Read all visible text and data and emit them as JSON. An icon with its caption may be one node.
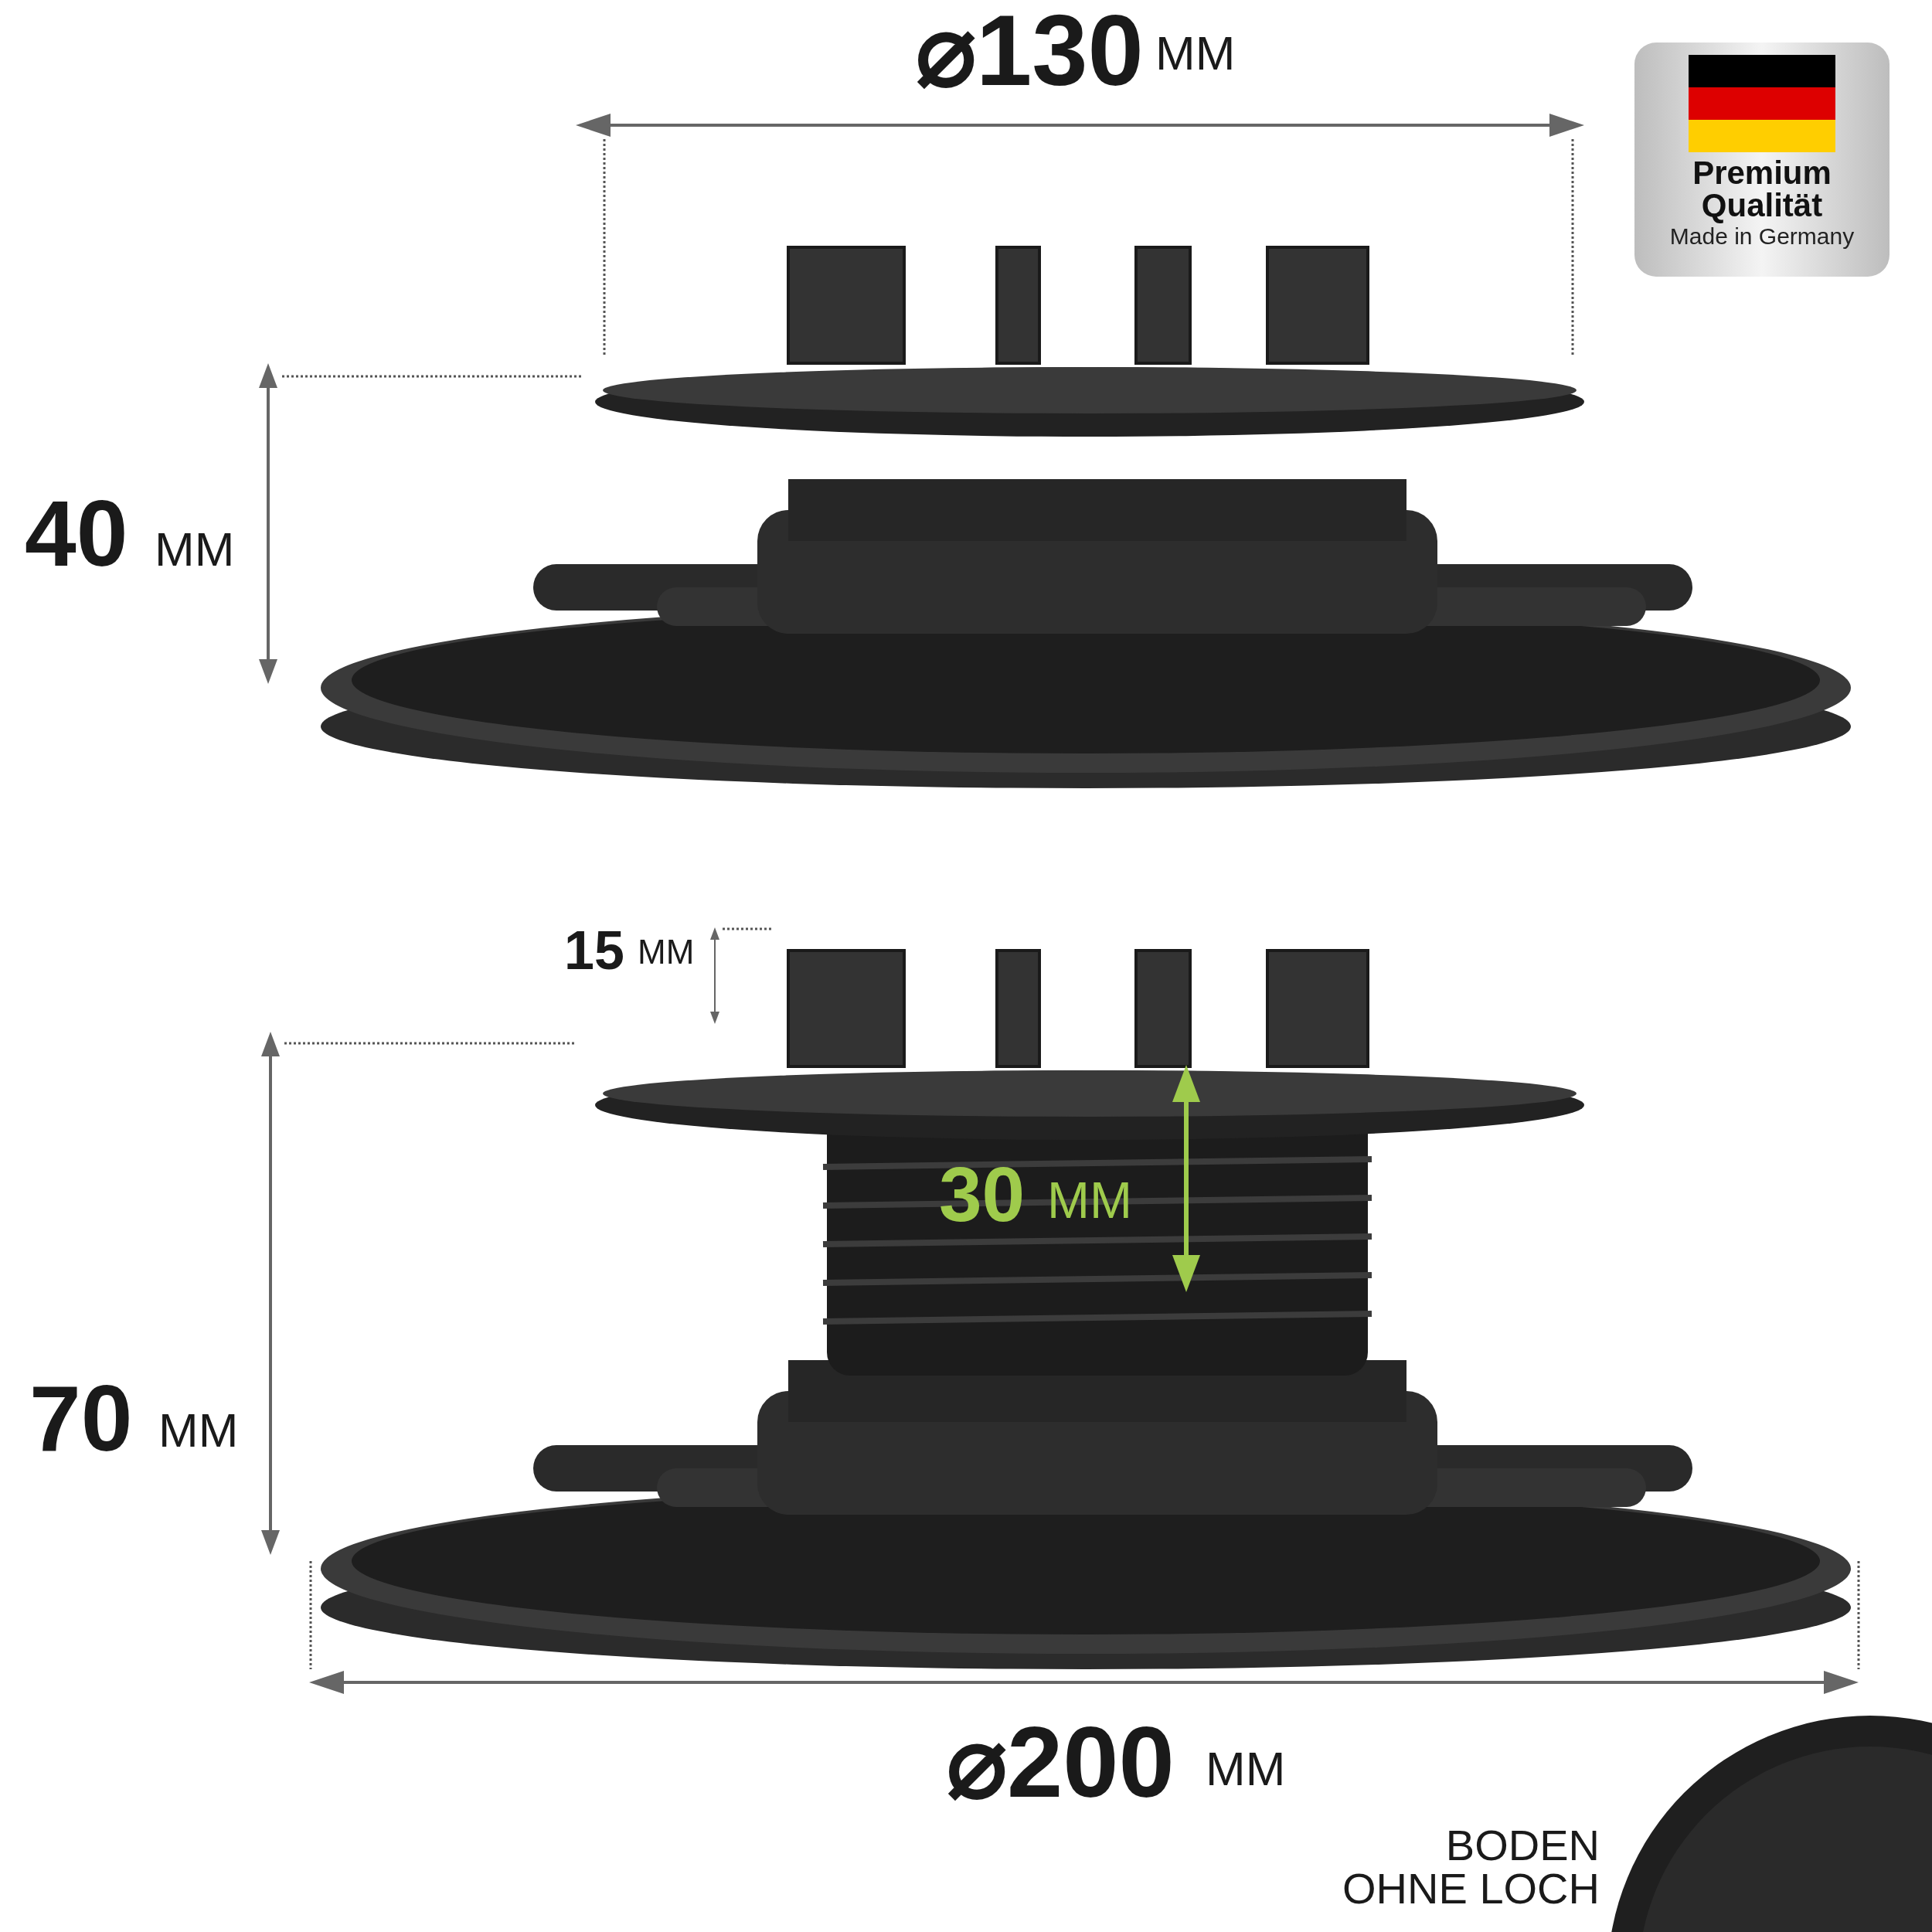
{
  "diagram": {
    "nodes": [
      {
        "text": [
          "Premium Qualität",
          "Made in Germany"
        ]
      }
    ],
    "labels": [
      "⌀130",
      "MM",
      "40",
      "MM",
      "15",
      "MM",
      "30",
      "MM",
      "70",
      "MM",
      "⌀200",
      "MM",
      "BODEN OHNE LOCH"
    ]
  }
}
